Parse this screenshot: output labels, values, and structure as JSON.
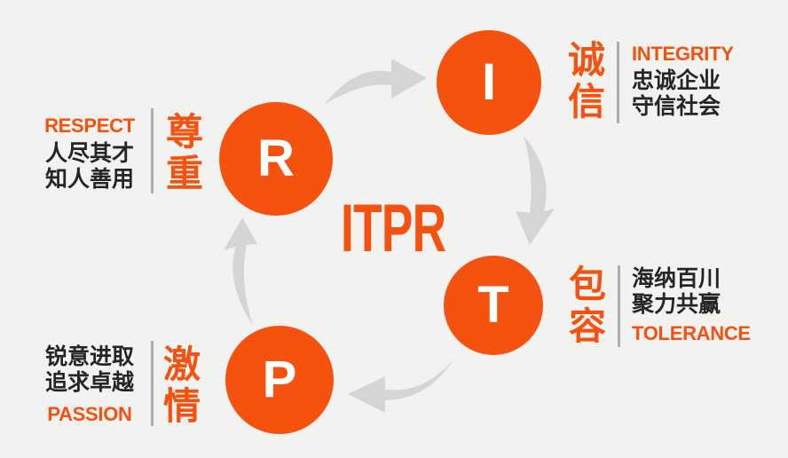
{
  "colors": {
    "bg": "#f2f2f0",
    "accent": "#f4520e",
    "ink": "#252525",
    "arrow": "#d5d5d3",
    "divider": "#adadab",
    "circle-text": "#ffffff"
  },
  "center_title": "ITPR",
  "nodes": [
    {
      "key": "integrity",
      "letter": "I",
      "cn_label": "诚信",
      "en_label": "INTEGRITY",
      "desc_lines": [
        "忠诚企业",
        "守信社会"
      ]
    },
    {
      "key": "tolerance",
      "letter": "T",
      "cn_label": "包容",
      "en_label": "TOLERANCE",
      "desc_lines": [
        "海纳百川",
        "聚力共赢"
      ]
    },
    {
      "key": "passion",
      "letter": "P",
      "cn_label": "激情",
      "en_label": "PASSION",
      "desc_lines": [
        "锐意进取",
        "追求卓越"
      ]
    },
    {
      "key": "respect",
      "letter": "R",
      "cn_label": "尊重",
      "en_label": "RESPECT",
      "desc_lines": [
        "人尽其才",
        "知人善用"
      ]
    }
  ],
  "arrows": [
    {
      "from": "respect",
      "to": "integrity"
    },
    {
      "from": "integrity",
      "to": "tolerance"
    },
    {
      "from": "tolerance",
      "to": "passion"
    },
    {
      "from": "passion",
      "to": "respect"
    }
  ]
}
